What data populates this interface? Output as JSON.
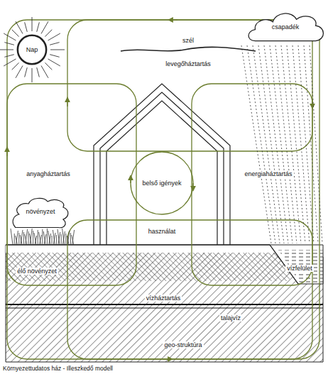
{
  "diagram": {
    "caption": "Környezettudatos ház - Illeszkedő modell",
    "nodes": [
      {
        "text": [
          "Nap"
        ]
      },
      {
        "text": [
          "csapadék"
        ]
      },
      {
        "text": [
          "növényzet"
        ]
      },
      {
        "text": [
          "belső igények"
        ]
      }
    ],
    "labels": [
      "szél",
      "levegőháztartás",
      "anyagháztartás",
      "energiaháztartás",
      "használat",
      "élő növényzet",
      "vízfelület",
      "vízháztartás",
      "talajvíz",
      "geo-struktúra"
    ]
  }
}
